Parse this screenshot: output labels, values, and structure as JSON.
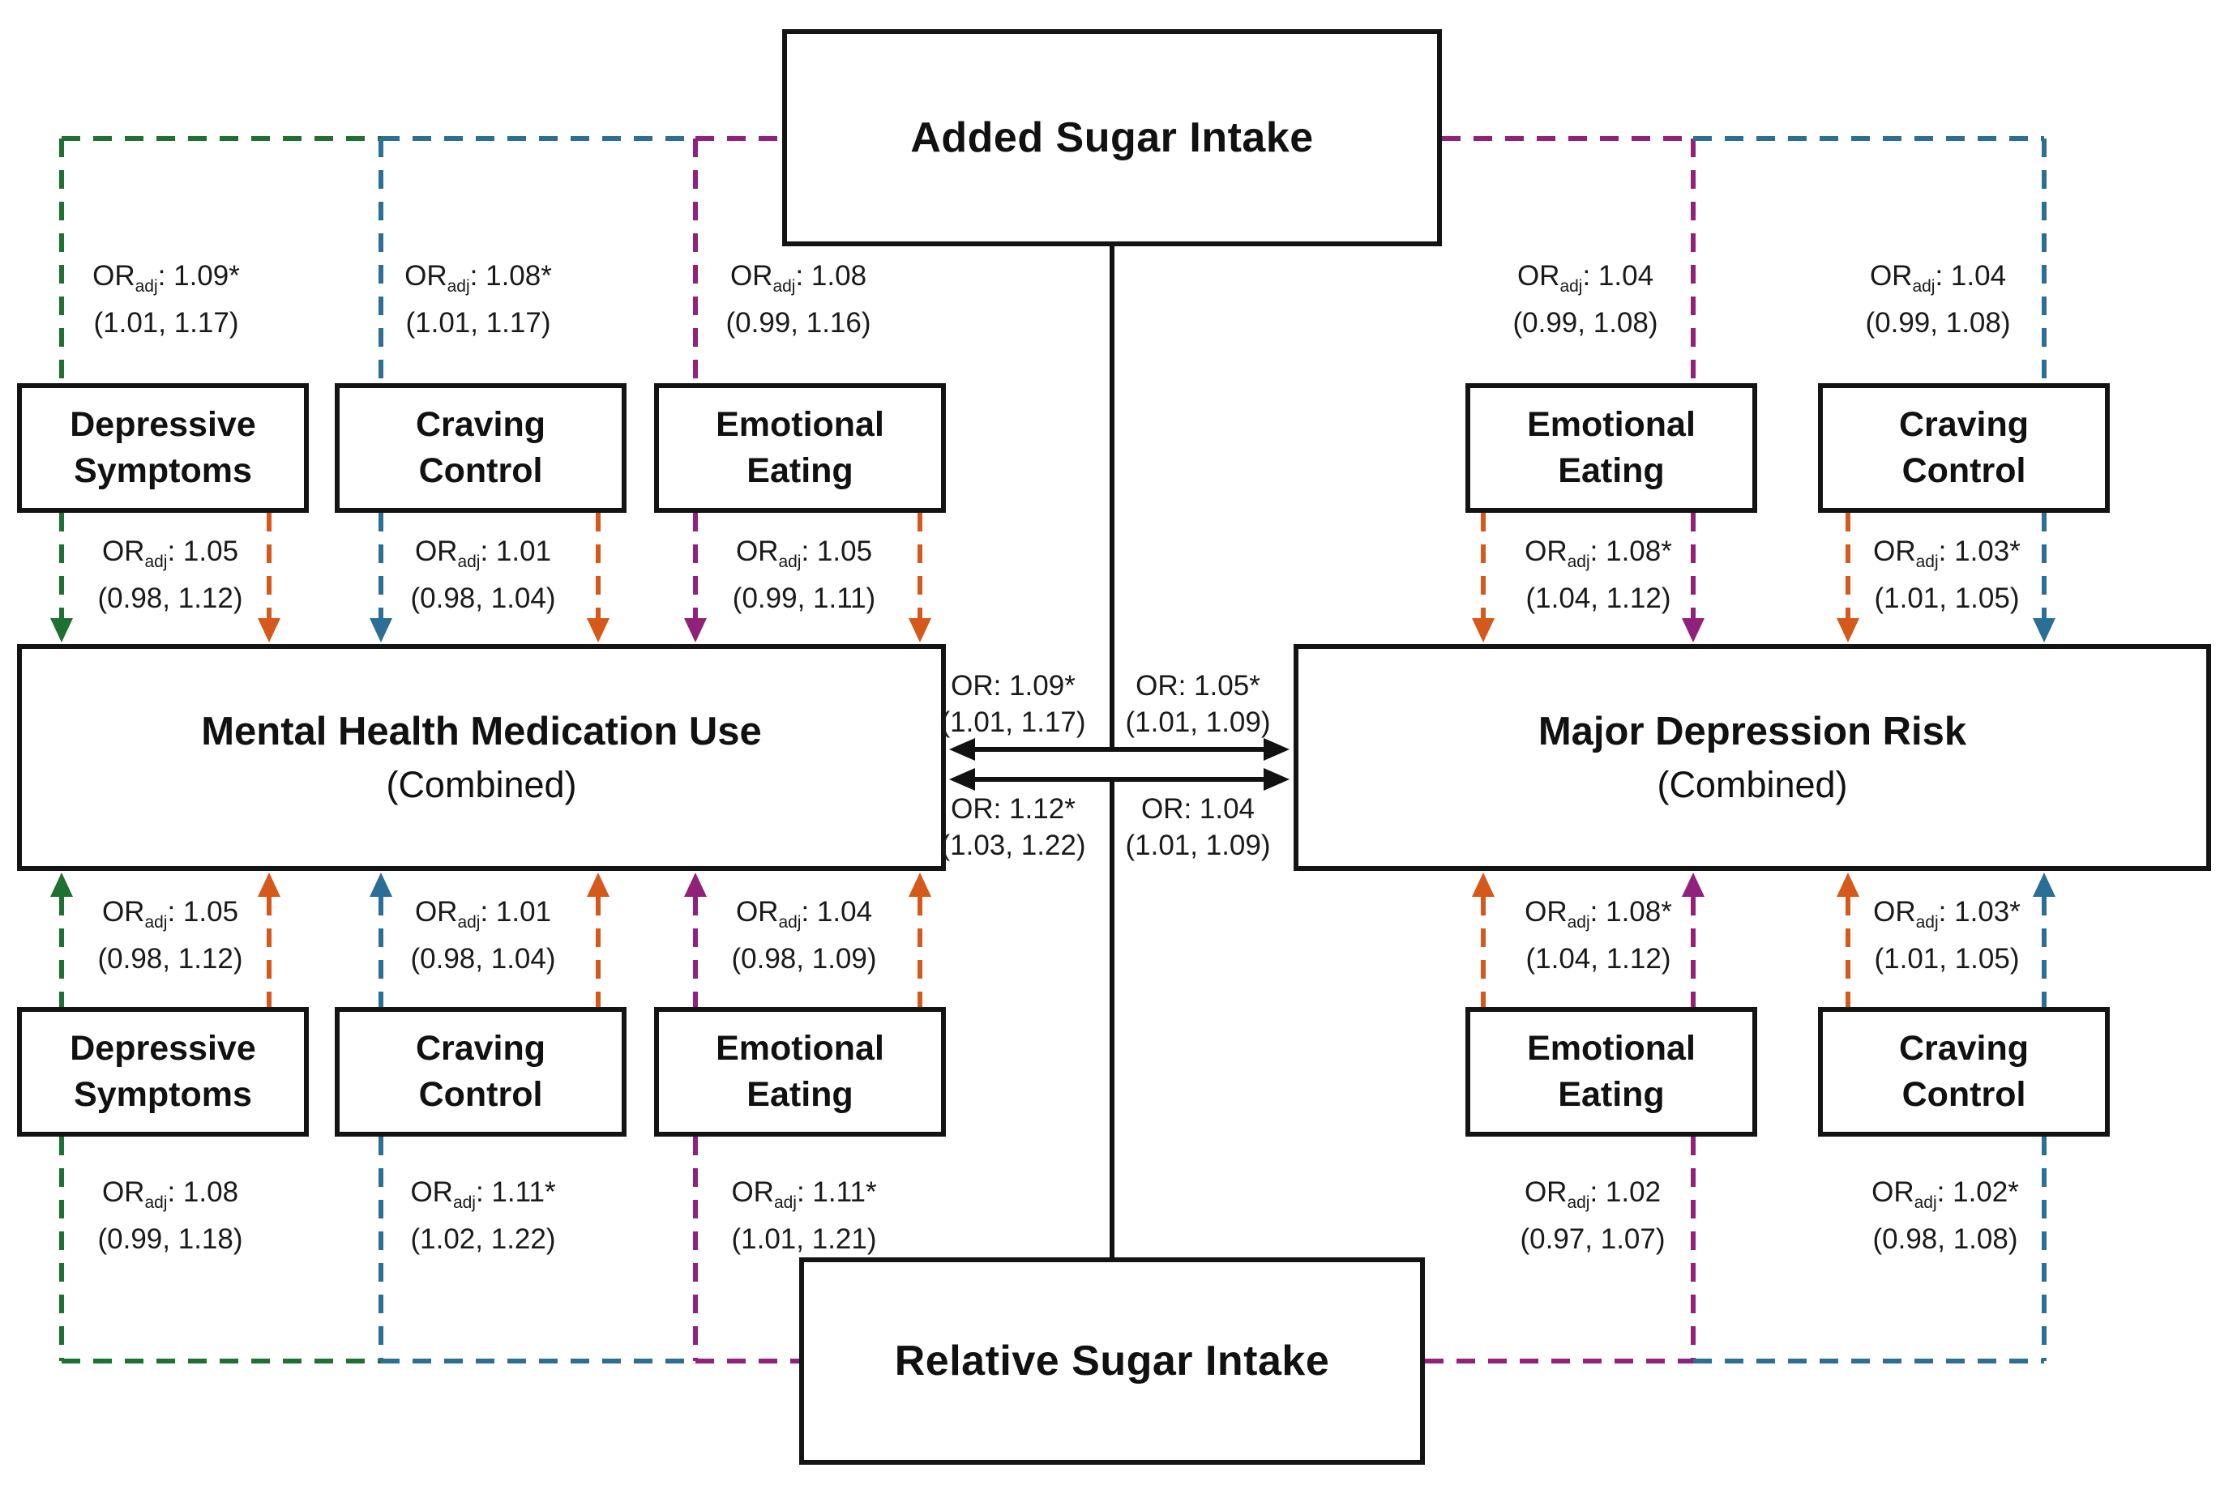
{
  "figure": {
    "type": "path-diagram",
    "description": "Mediation diagram linking added and relative sugar intake to mental health medication use and major depression risk through depressive symptoms, craving control, and emotional eating"
  },
  "colors": {
    "green": "#1e7033",
    "blue": "#2b6e96",
    "purple": "#91217a",
    "orange": "#d4591b",
    "ink": "#111111"
  },
  "boxes": {
    "added_sugar": "Added Sugar Intake",
    "relative_sugar": "Relative Sugar Intake",
    "medication_use": {
      "title": "Mental Health Medication Use",
      "subtitle": "(Combined)"
    },
    "depression_risk": {
      "title": "Major Depression Risk",
      "subtitle": "(Combined)"
    },
    "mediators_left_top": [
      "Depressive Symptoms",
      "Craving Control",
      "Emotional Eating"
    ],
    "mediators_left_bottom": [
      "Depressive Symptoms",
      "Craving Control",
      "Emotional Eating"
    ],
    "mediators_right_top": [
      "Emotional Eating",
      "Craving Control"
    ],
    "mediators_right_bottom": [
      "Emotional Eating",
      "Craving Control"
    ]
  },
  "or_labels": {
    "lt_exposure": [
      {
        "or": "OR",
        "sub": "adj",
        "val": ": 1.09*",
        "ci": "(1.01, 1.17)"
      },
      {
        "or": "OR",
        "sub": "adj",
        "val": ": 1.08*",
        "ci": "(1.01, 1.17)"
      },
      {
        "or": "OR",
        "sub": "adj",
        "val": ": 1.08",
        "ci": "(0.99, 1.16)"
      }
    ],
    "lt_outcome": [
      {
        "or": "OR",
        "sub": "adj",
        "val": ": 1.05",
        "ci": "(0.98, 1.12)"
      },
      {
        "or": "OR",
        "sub": "adj",
        "val": ": 1.01",
        "ci": "(0.98, 1.04)"
      },
      {
        "or": "OR",
        "sub": "adj",
        "val": ": 1.05",
        "ci": "(0.99, 1.11)"
      }
    ],
    "lb_outcome": [
      {
        "or": "OR",
        "sub": "adj",
        "val": ": 1.05",
        "ci": "(0.98, 1.12)"
      },
      {
        "or": "OR",
        "sub": "adj",
        "val": ": 1.01",
        "ci": "(0.98, 1.04)"
      },
      {
        "or": "OR",
        "sub": "adj",
        "val": ": 1.04",
        "ci": "(0.98, 1.09)"
      }
    ],
    "lb_exposure": [
      {
        "or": "OR",
        "sub": "adj",
        "val": ": 1.08",
        "ci": "(0.99, 1.18)"
      },
      {
        "or": "OR",
        "sub": "adj",
        "val": ": 1.11*",
        "ci": "(1.02, 1.22)"
      },
      {
        "or": "OR",
        "sub": "adj",
        "val": ": 1.11*",
        "ci": "(1.01, 1.21)"
      }
    ],
    "rt_exposure": [
      {
        "or": "OR",
        "sub": "adj",
        "val": ": 1.04",
        "ci": "(0.99, 1.08)"
      },
      {
        "or": "OR",
        "sub": "adj",
        "val": ": 1.04",
        "ci": "(0.99, 1.08)"
      }
    ],
    "rt_outcome": [
      {
        "or": "OR",
        "sub": "adj",
        "val": ": 1.08*",
        "ci": "(1.04, 1.12)"
      },
      {
        "or": "OR",
        "sub": "adj",
        "val": ": 1.03*",
        "ci": "(1.01, 1.05)"
      }
    ],
    "rb_outcome": [
      {
        "or": "OR",
        "sub": "adj",
        "val": ": 1.08*",
        "ci": "(1.04, 1.12)"
      },
      {
        "or": "OR",
        "sub": "adj",
        "val": ": 1.03*",
        "ci": "(1.01, 1.05)"
      }
    ],
    "rb_exposure": [
      {
        "or": "OR",
        "sub": "adj",
        "val": ": 1.02",
        "ci": "(0.97, 1.07)"
      },
      {
        "or": "OR",
        "sub": "adj",
        "val": ": 1.02*",
        "ci": "(0.98, 1.08)"
      }
    ],
    "center": [
      {
        "or": "OR",
        "val": ": 1.09*",
        "ci": "(1.01, 1.17)"
      },
      {
        "or": "OR",
        "val": ": 1.05*",
        "ci": "(1.01, 1.09)"
      },
      {
        "or": "OR",
        "val": ": 1.12*",
        "ci": "(1.03, 1.22)"
      },
      {
        "or": "OR",
        "val": ": 1.04",
        "ci": "(1.01, 1.09)"
      }
    ]
  }
}
